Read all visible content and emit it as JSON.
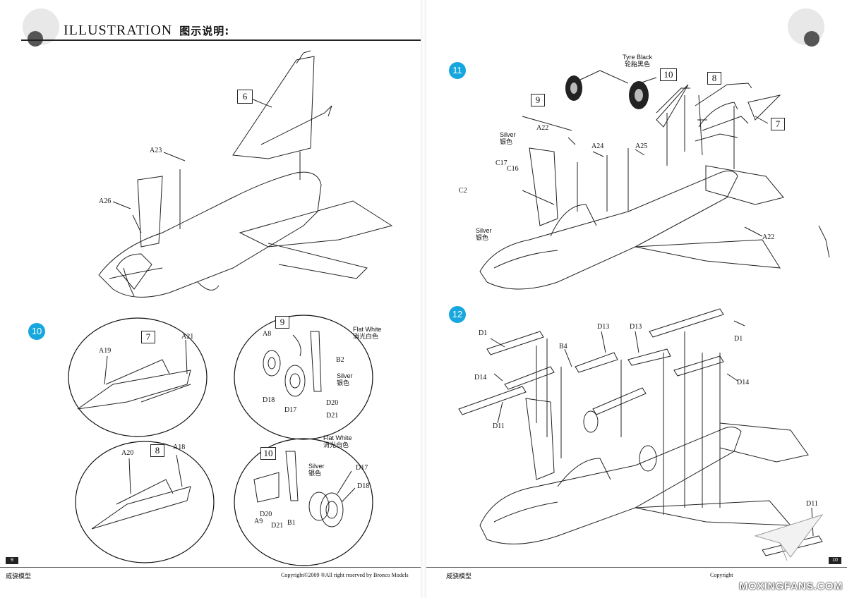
{
  "header": {
    "title": "ILLUSTRATION",
    "title_cn": "图示说明:"
  },
  "footer_left": {
    "page": "9",
    "brand_cn": "威骁模型",
    "copyright": "Copyright©2009  ®All right reserved by Bronco Models"
  },
  "footer_right": {
    "page": "10",
    "brand_cn": "威骁模型",
    "copyright": "Copyright"
  },
  "watermark": "MOXINGFANS.COM",
  "left_page": {
    "main": {
      "box": "6",
      "labels": [
        "A23",
        "A26"
      ]
    },
    "step10": {
      "step": "10",
      "sub7": {
        "box": "7",
        "labels": [
          "A19",
          "A21"
        ]
      },
      "sub8": {
        "box": "8",
        "labels": [
          "A20",
          "A18"
        ]
      },
      "sub9": {
        "box": "9",
        "labels": [
          "A8",
          "B2",
          "D18",
          "D17",
          "D20",
          "D21"
        ],
        "paint1": "Flat White",
        "paint1_cn": "消光白色",
        "paint2": "Silver",
        "paint2_cn": "银色"
      },
      "sub10": {
        "box": "10",
        "labels": [
          "D17",
          "D18",
          "A9",
          "D20",
          "D21",
          "B1"
        ],
        "paint1": "Flat White",
        "paint1_cn": "消光白色",
        "paint2": "Silver",
        "paint2_cn": "银色"
      }
    }
  },
  "right_page": {
    "step11": {
      "step": "11",
      "boxes": [
        "9",
        "10",
        "8",
        "7"
      ],
      "labels": [
        "A22",
        "A24",
        "A25",
        "C17",
        "C16",
        "C2",
        "A22"
      ],
      "tyre": "Tyre Black",
      "tyre_cn": "轮胎黑色",
      "silver1": "Silver",
      "silver1_cn": "银色",
      "silver2": "Silver",
      "silver2_cn": "银色"
    },
    "step12": {
      "step": "12",
      "labels": [
        "D1",
        "D13",
        "D13",
        "D1",
        "B4",
        "D14",
        "D14",
        "D11",
        "D11"
      ]
    }
  }
}
